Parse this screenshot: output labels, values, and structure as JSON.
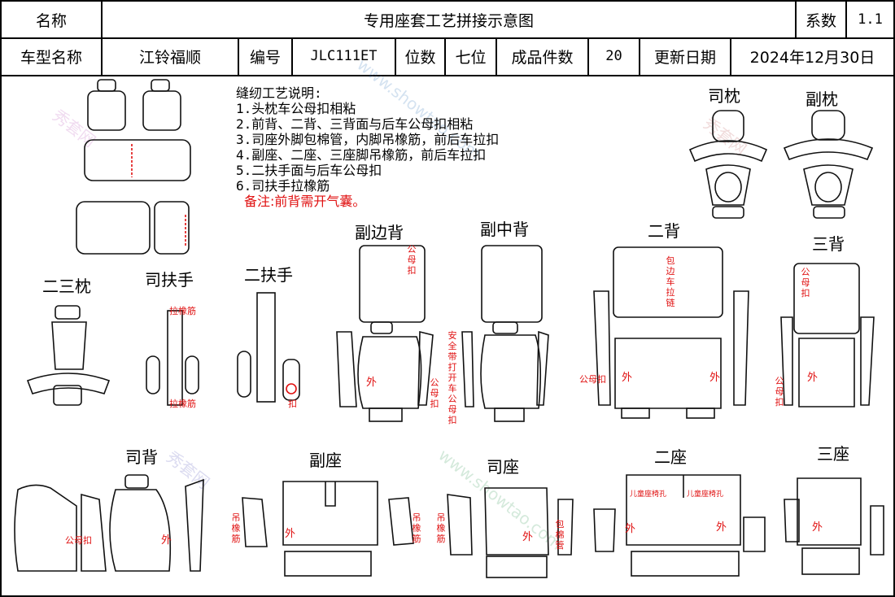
{
  "header": {
    "name_label": "名称",
    "title": "专用座套工艺拼接示意图",
    "coef_label": "系数",
    "coef_value": "1.1",
    "model_label": "车型名称",
    "model_value": "江铃福顺",
    "code_label": "编号",
    "code_value": "JLC111ET",
    "seats_label": "位数",
    "seats_value": "七位",
    "pieces_label": "成品件数",
    "pieces_value": "20",
    "date_label": "更新日期",
    "date_value": "2024年12月30日"
  },
  "notes": {
    "title": "缝纫工艺说明:",
    "items": [
      "1.头枕车公母扣相粘",
      "2.前背、二背、三背面与后车公母扣相粘",
      "3.司座外脚包棉管，内脚吊橡筋，前后车拉扣",
      "4.副座、二座、三座脚吊橡筋，前后车拉扣",
      "5.二扶手面与后车公母扣",
      "6.司扶手拉橡筋"
    ],
    "remark": "备注:前背需开气囊。"
  },
  "labels": {
    "driver_headrest": "司枕",
    "passenger_headrest": "副枕",
    "second_third_headrest": "二三枕",
    "driver_armrest": "司扶手",
    "second_armrest": "二扶手",
    "passenger_side_back": "副边背",
    "passenger_middle_back": "副中背",
    "second_back": "二背",
    "third_back": "三背",
    "driver_back": "司背",
    "passenger_seat": "副座",
    "driver_seat": "司座",
    "second_seat": "二座",
    "third_seat": "三座"
  },
  "annotations": {
    "pull_elastic": "拉橡筋",
    "snap": "公母扣",
    "outer": "外",
    "buckle": "扣",
    "seatbelt": "安全带打开车公母扣",
    "edge_snap": "包边车拉链",
    "hang_elastic": "吊橡筋",
    "foam_pipe": "包棉管",
    "child_seat_hole": "儿童座椅孔"
  },
  "watermark": {
    "brand": "秀套网",
    "site": "www.showtao.com"
  }
}
